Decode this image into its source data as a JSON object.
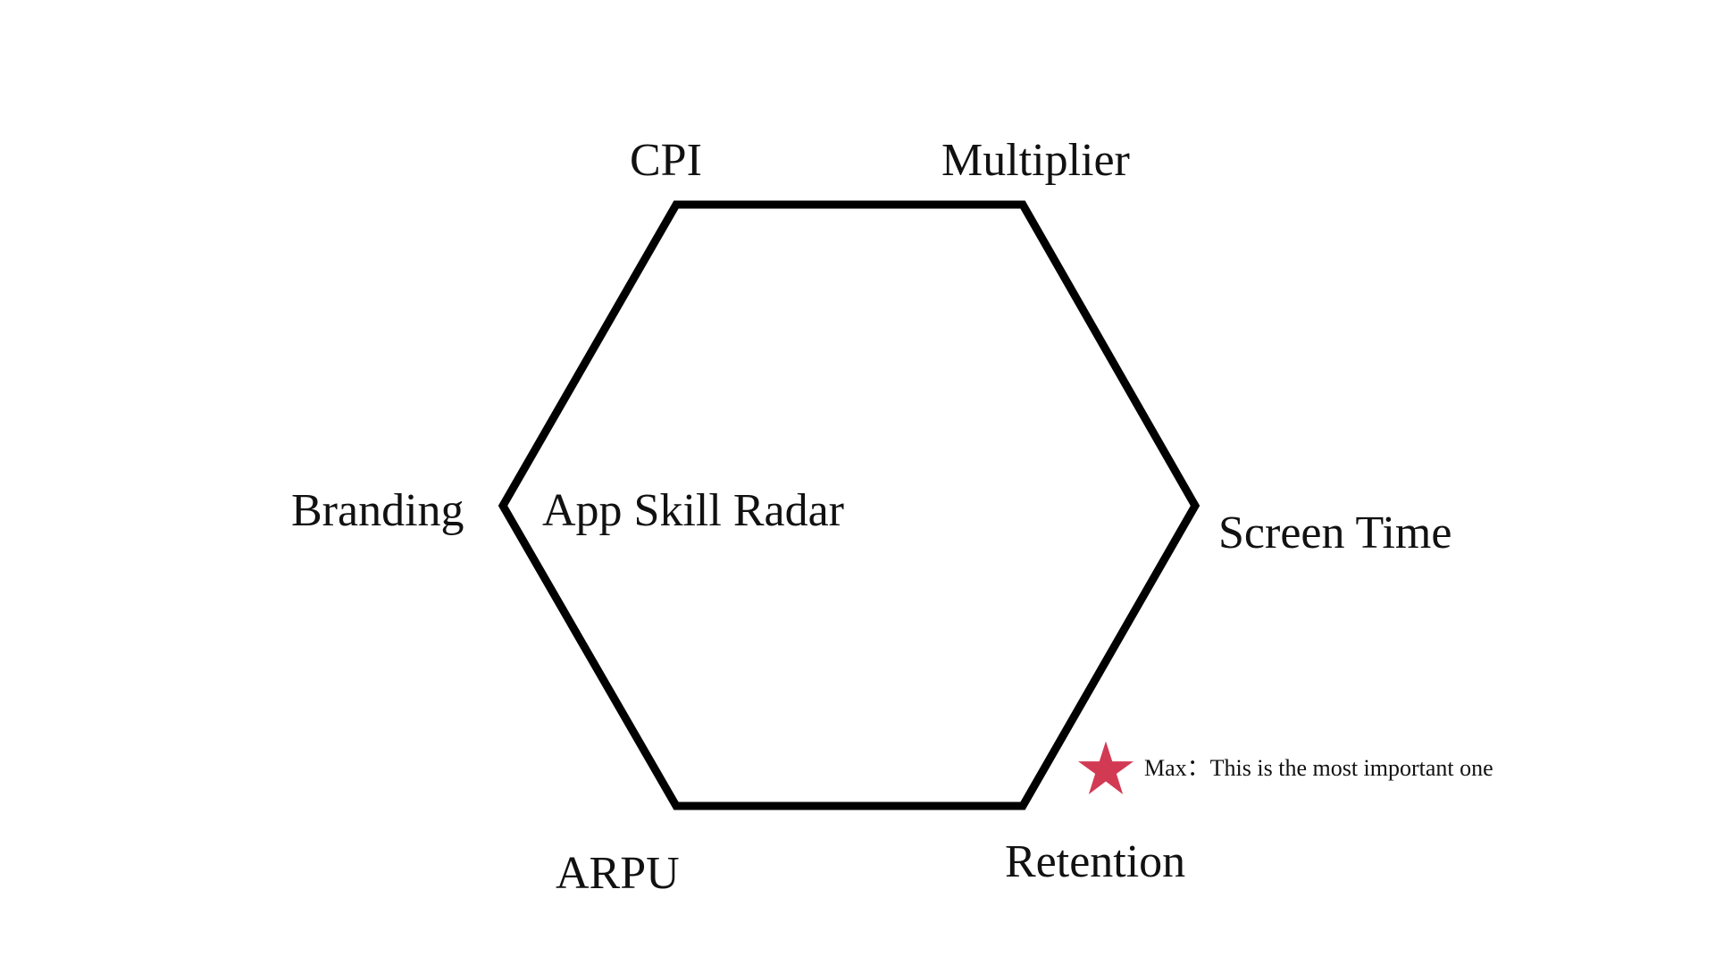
{
  "diagram": {
    "title": "App Skill Radar",
    "axes": [
      {
        "id": "cpi",
        "label": "CPI"
      },
      {
        "id": "multiplier",
        "label": "Multiplier"
      },
      {
        "id": "screen-time",
        "label": "Screen Time"
      },
      {
        "id": "retention",
        "label": "Retention"
      },
      {
        "id": "arpu",
        "label": "ARPU"
      },
      {
        "id": "branding",
        "label": "Branding"
      }
    ],
    "note": {
      "icon": "star-icon",
      "text": "Max：This is the most important one",
      "color": "#d23a53"
    },
    "outline_color": "#000000"
  }
}
